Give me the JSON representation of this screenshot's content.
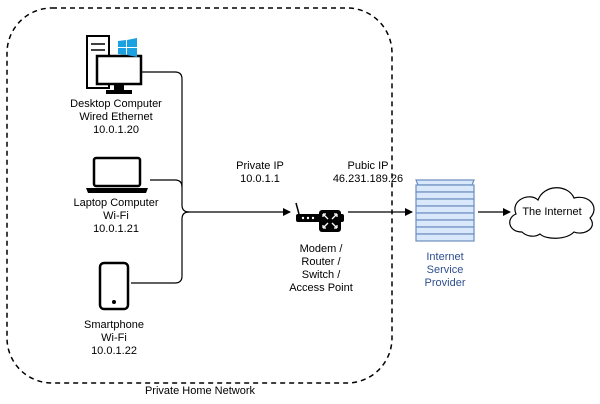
{
  "diagram": {
    "devices": {
      "desktop": {
        "lines": [
          "Desktop Computer",
          "Wired Ethernet",
          "10.0.1.20"
        ]
      },
      "laptop": {
        "lines": [
          "Laptop Computer",
          "Wi-Fi",
          "10.0.1.21"
        ]
      },
      "smartphone": {
        "lines": [
          "Smartphone",
          "Wi-Fi",
          "10.0.1.22"
        ]
      }
    },
    "private_ip": {
      "label": "Private IP",
      "value": "10.0.1.1"
    },
    "public_ip": {
      "label": "Pubic IP",
      "value": "46.231.189.26"
    },
    "router": {
      "lines": [
        "Modem /",
        "Router /",
        "Switch /",
        "Access Point"
      ]
    },
    "isp": {
      "lines": [
        "Internet",
        "Service",
        "Provider"
      ]
    },
    "internet": {
      "label": "The Internet"
    },
    "network_boundary": {
      "label": "Private Home Network"
    },
    "icons": [
      "desktop-computer-icon",
      "windows-logo-icon",
      "laptop-icon",
      "smartphone-icon",
      "router-icon",
      "server-rack-icon",
      "cloud-icon"
    ],
    "colors": {
      "isp_text": "#2f4f8f",
      "server_fill": "#dae8fc",
      "server_stroke": "#6c8ebf",
      "windows_logo": "#1ba1e2",
      "line": "#000000"
    }
  }
}
